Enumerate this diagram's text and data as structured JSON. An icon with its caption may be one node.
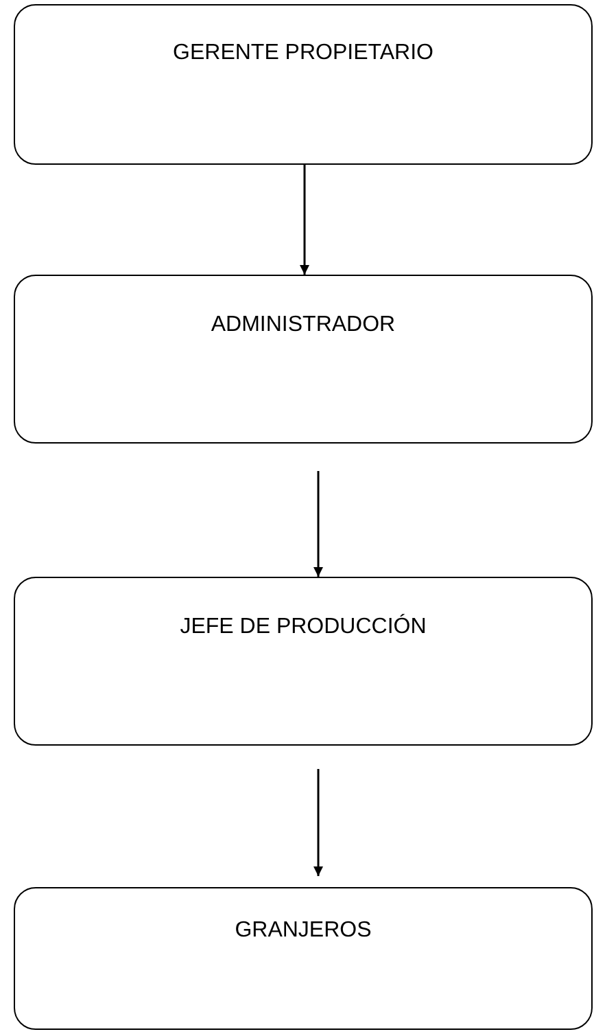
{
  "diagram": {
    "nodes": [
      {
        "text": [
          "GERENTE PROPIETARIO"
        ]
      },
      {
        "text": [
          "ADMINISTRADOR"
        ]
      },
      {
        "text": [
          "JEFE DE PRODUCCIÓN"
        ]
      },
      {
        "text": [
          "GRANJEROS"
        ]
      }
    ],
    "edges": [
      {
        "from": 0,
        "to": 1,
        "arrow": "to"
      },
      {
        "from": 1,
        "to": 2,
        "arrow": "to"
      },
      {
        "from": 2,
        "to": 3,
        "arrow": "to"
      }
    ]
  }
}
